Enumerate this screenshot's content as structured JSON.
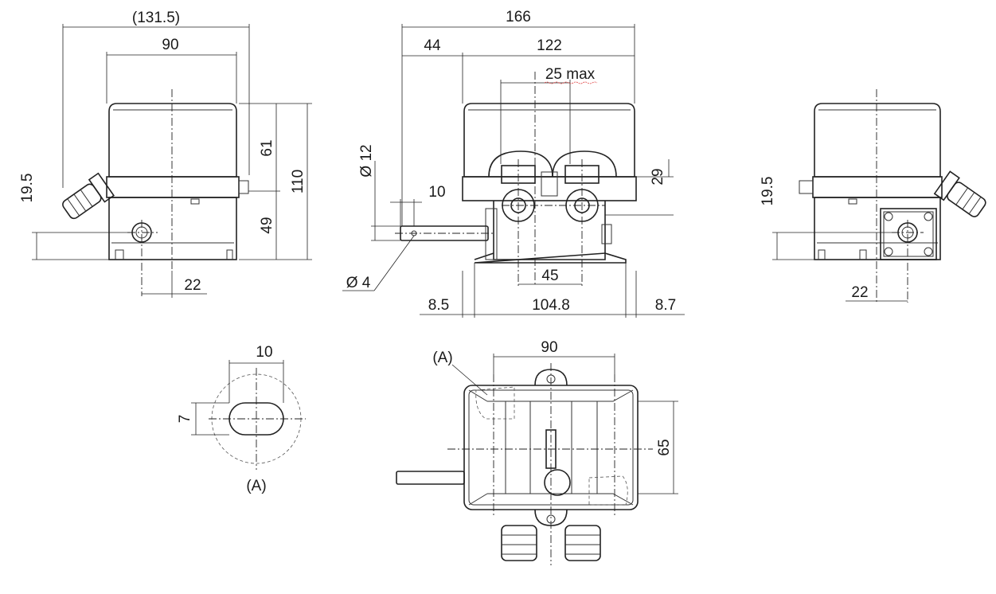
{
  "labels": {
    "left_overall_width": "(131.5)",
    "left_body_width": "90",
    "left_upper_height": "61",
    "left_overall_height": "110",
    "left_lower_height": "49",
    "left_offset_height": "19.5",
    "left_bottom_offset": "22",
    "front_overall_width": "166",
    "front_lever_length": "44",
    "front_body_width": "122",
    "front_gland_spacing": "25 max",
    "front_gland_height": "29",
    "front_lever_diameter": "Ø 12",
    "front_lever_tip": "10",
    "front_hole_diameter": "Ø 4",
    "front_gland_pitch": "45",
    "front_left_margin": "8.5",
    "front_base_width": "104.8",
    "front_right_margin": "8.7",
    "right_offset_height": "19.5",
    "right_bottom_offset": "22",
    "detail_width": "10",
    "detail_height": "7",
    "detail_label": "(A)",
    "top_callout": "(A)",
    "top_hole_spacing": "90",
    "top_hole_height": "65"
  }
}
